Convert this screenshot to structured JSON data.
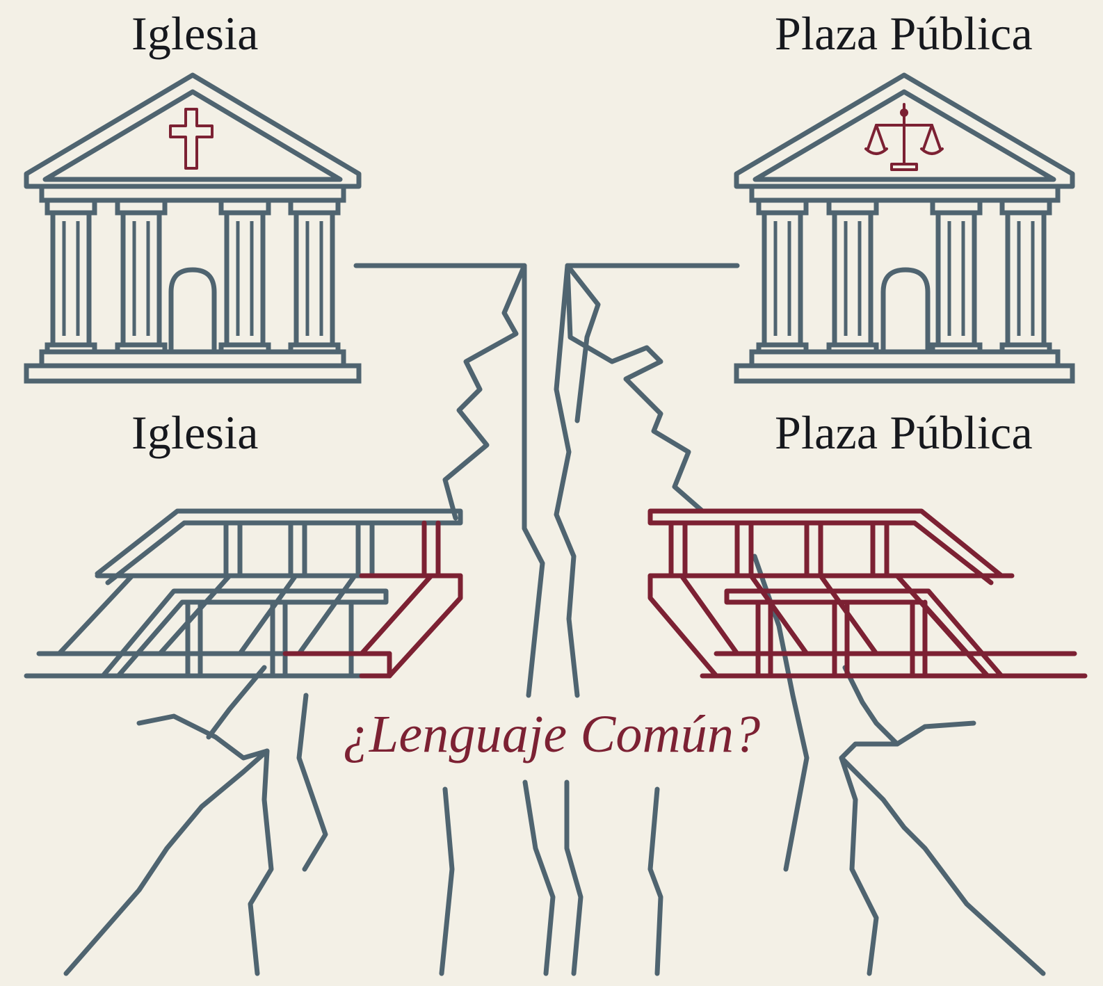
{
  "labels": {
    "top_left": "Iglesia",
    "top_right": "Plaza Pública",
    "mid_left": "Iglesia",
    "mid_right": "Plaza Pública"
  },
  "center_text": "¿Lenguaje Común?",
  "icons": {
    "left_building": "church-building-icon",
    "left_symbol": "cross-icon",
    "right_building": "public-building-icon",
    "right_symbol": "scales-of-justice-icon",
    "bridges": "broken-bridge-icon",
    "chasm": "crack-chasm-icon"
  },
  "colors": {
    "background": "#f3f0e6",
    "slate": "#4f6470",
    "maroon": "#7c2133",
    "text": "#16181d"
  }
}
